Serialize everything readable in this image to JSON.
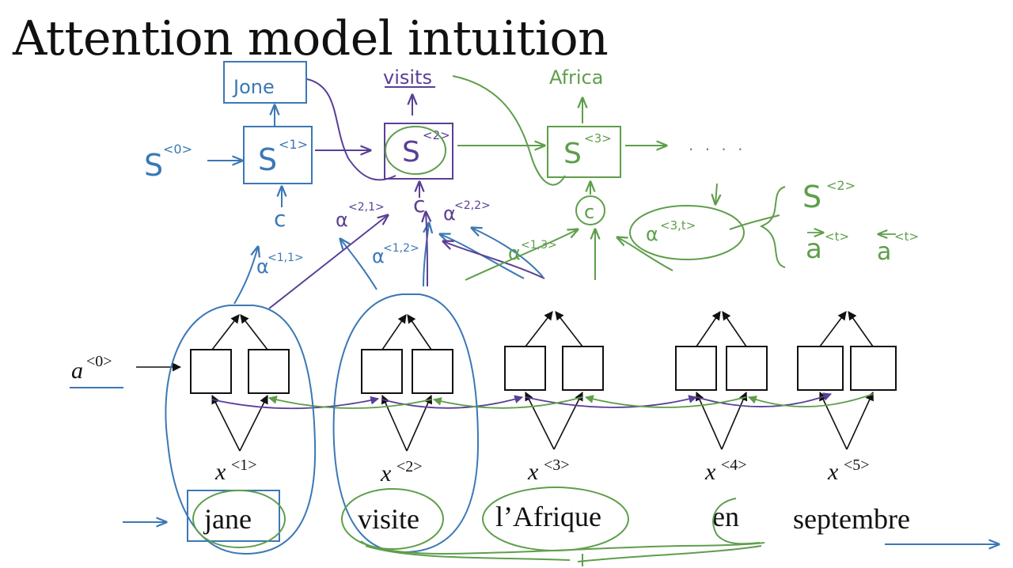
{
  "title": "Attention model intuition",
  "colors": {
    "blue": "#3b78b5",
    "purple": "#5a3f96",
    "green": "#5f9e4b",
    "black": "#111111"
  },
  "decoder": {
    "s0": {
      "base": "S",
      "sup": "<0>"
    },
    "s1": {
      "base": "S",
      "sup": "<1>"
    },
    "s2": {
      "base": "S",
      "sup": "<2>"
    },
    "s3": {
      "base": "S",
      "sup": "<3>"
    },
    "out1": "Jone",
    "out2": "visits",
    "out3": "Africa",
    "ellipsis": "· · · ·",
    "context_label": "c"
  },
  "attention": {
    "a11": {
      "base": "α",
      "sup": "<1,1>"
    },
    "a12": {
      "base": "α",
      "sup": "<1,2>"
    },
    "a21": {
      "base": "α",
      "sup": "<2,1>"
    },
    "a22": {
      "base": "α",
      "sup": "<2,2>"
    },
    "a13": {
      "base": "α",
      "sup": "<1,3>"
    },
    "a3t": {
      "base": "α",
      "sup": "<3,t>"
    }
  },
  "depends_on": {
    "s2": {
      "base": "S",
      "sup": "<2>"
    },
    "a_fwd": {
      "base": "a",
      "sup": "<t>"
    },
    "a_bwd": {
      "base": "a",
      "sup": "<t>"
    }
  },
  "encoder": {
    "a0": {
      "base": "a",
      "sup": "<0>"
    },
    "xs": [
      {
        "base": "x",
        "sup": "<1>"
      },
      {
        "base": "x",
        "sup": "<2>"
      },
      {
        "base": "x",
        "sup": "<3>"
      },
      {
        "base": "x",
        "sup": "<4>"
      },
      {
        "base": "x",
        "sup": "<5>"
      }
    ],
    "words": [
      "jane",
      "visite",
      "l’Afrique",
      "en",
      "septembre"
    ]
  }
}
